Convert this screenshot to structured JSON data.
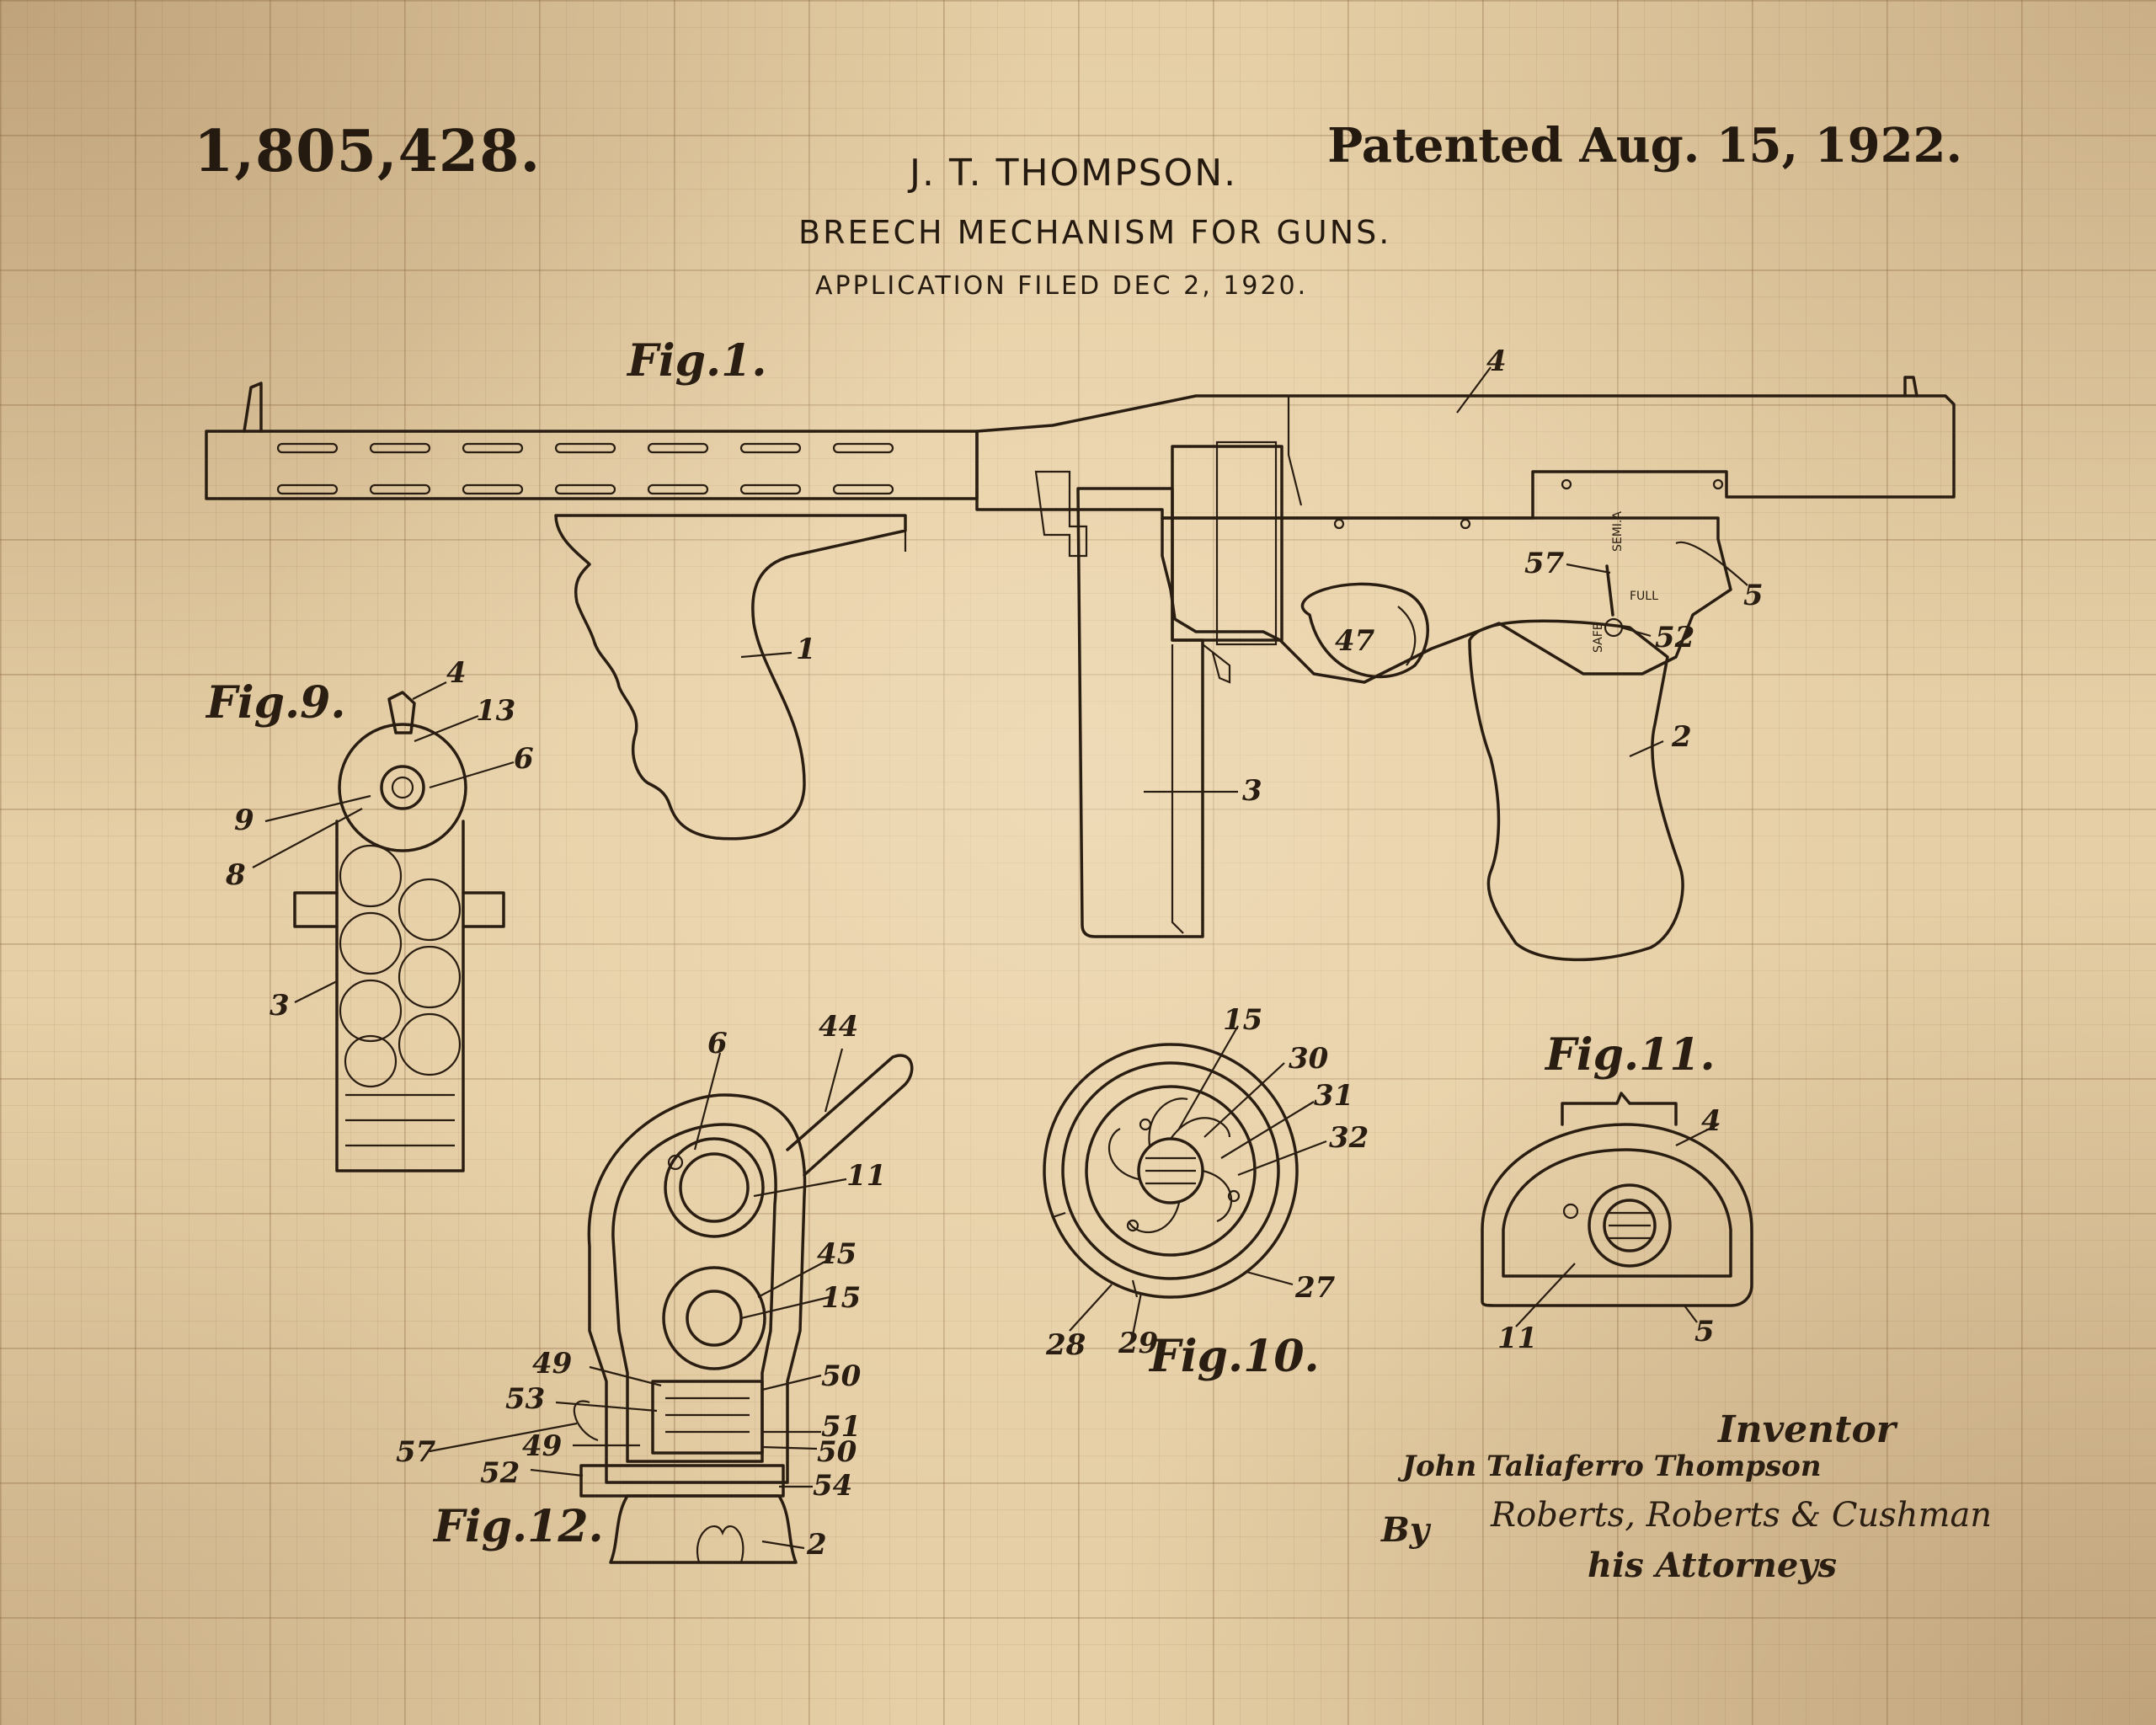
{
  "header": {
    "patent_number": "1,805,428.",
    "inventor": "J. T. THOMPSON.",
    "title": "BREECH MECHANISM FOR GUNS.",
    "filing": "APPLICATION FILED DEC 2, 1920.",
    "patented": "Patented Aug. 15, 1922."
  },
  "figures": {
    "fig1": "Fig.1.",
    "fig9": "Fig.9.",
    "fig10": "Fig.10.",
    "fig11": "Fig.11.",
    "fig12": "Fig.12."
  },
  "fig1_labels": {
    "l4": "4",
    "l1": "1",
    "l57": "57",
    "l5": "5",
    "l47": "47",
    "l52": "52",
    "l2": "2",
    "l3": "3",
    "selector_semi": "SEMI.A",
    "selector_full": "FULL",
    "selector_safe": "SAFE"
  },
  "fig9_labels": {
    "l4": "4",
    "l13": "13",
    "l6": "6",
    "l9": "9",
    "l8": "8",
    "l3": "3"
  },
  "fig12_labels": {
    "l6": "6",
    "l44": "44",
    "l11": "11",
    "l45": "45",
    "l15": "15",
    "l49a": "49",
    "l50a": "50",
    "l53": "53",
    "l51": "51",
    "l57": "57",
    "l49b": "49",
    "l50b": "50",
    "l52": "52",
    "l54": "54",
    "l2": "2"
  },
  "fig10_labels": {
    "l15": "15",
    "l30": "30",
    "l31": "31",
    "l32": "32",
    "l27": "27",
    "l28": "28",
    "l29": "29"
  },
  "fig11_labels": {
    "l4": "4",
    "l11": "11",
    "l5": "5"
  },
  "signature_block": {
    "inventor_caption": "Inventor",
    "inventor_name": "John Taliaferro Thompson",
    "by": "By",
    "attorneys_signature": "Roberts, Roberts & Cushman",
    "attorneys_caption": "his Attorneys"
  }
}
